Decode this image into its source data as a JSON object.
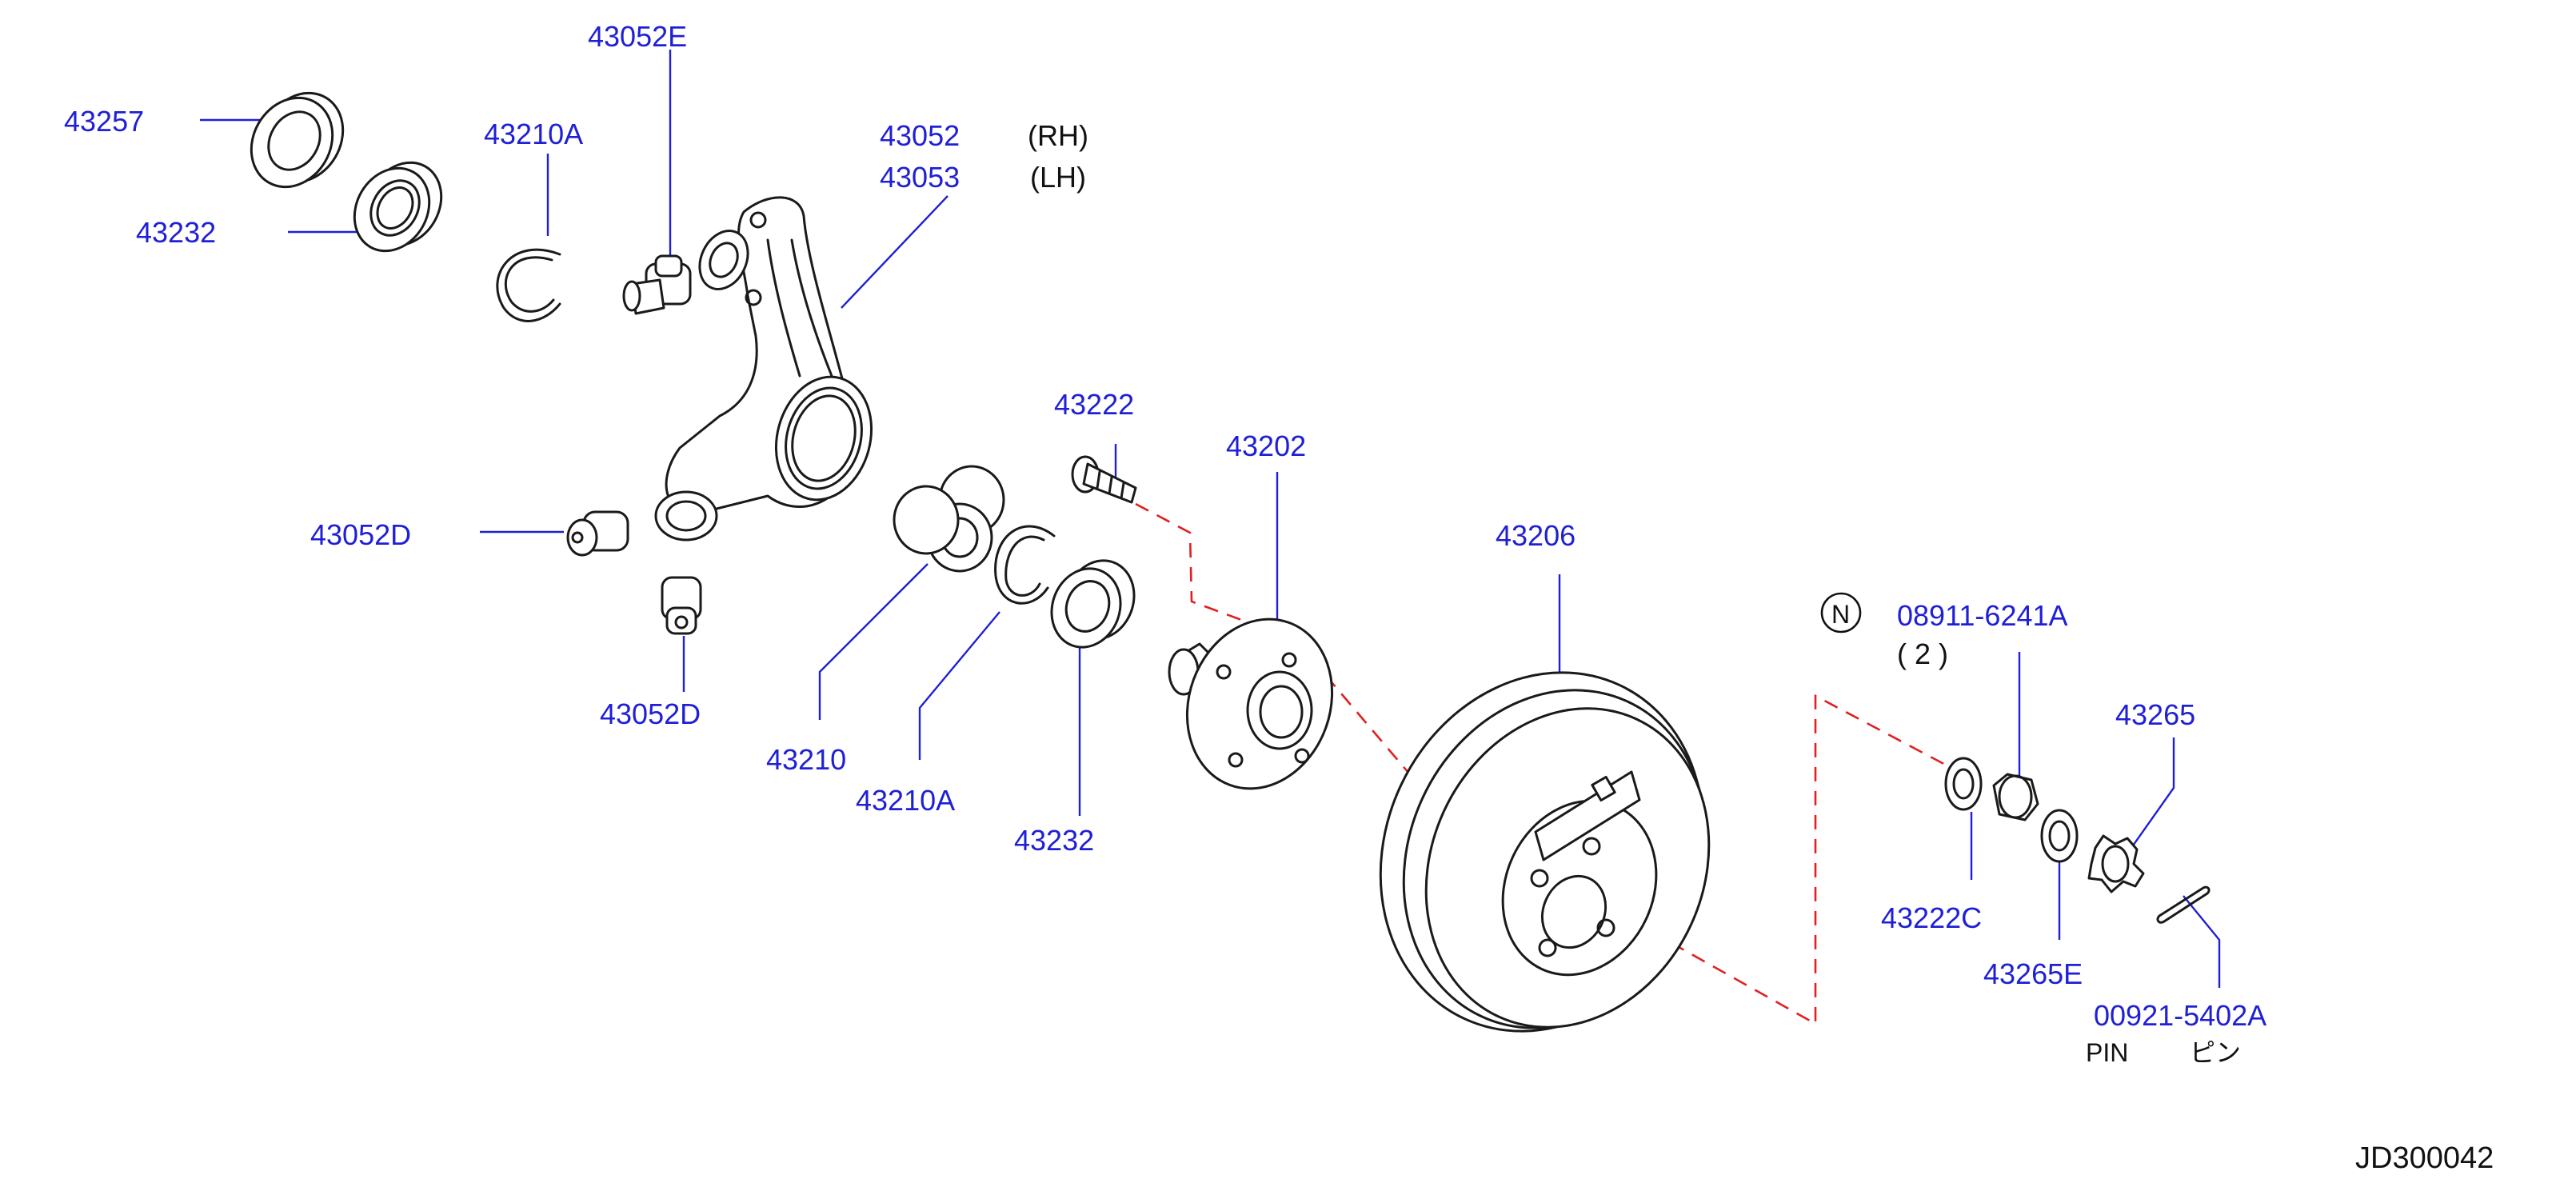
{
  "diagram": {
    "drawing_id": "JD300042",
    "labels": {
      "p43257": "43257",
      "p43232_top": "43232",
      "p43210A_top": "43210A",
      "p43052E": "43052E",
      "p43052": "43052",
      "p43052_side": "(RH)",
      "p43053": "43053",
      "p43053_side": "(LH)",
      "p43052D_left": "43052D",
      "p43052D_bottom": "43052D",
      "p43222": "43222",
      "p43202": "43202",
      "p43206": "43206",
      "p43210": "43210",
      "p43210A_bottom": "43210A",
      "p43232_bottom": "43232",
      "nut_marker": "N",
      "p08911": "08911-6241A",
      "p08911_qty": "( 2 )",
      "p43265": "43265",
      "p43222C": "43222C",
      "p43265E": "43265E",
      "p00921": "00921-5402A",
      "pin_en": "PIN",
      "pin_jp": "ピン"
    }
  },
  "colors": {
    "part_number": "#1f1fd6",
    "line_art": "#1a1a1a",
    "assembly_dash": "#e02020"
  }
}
